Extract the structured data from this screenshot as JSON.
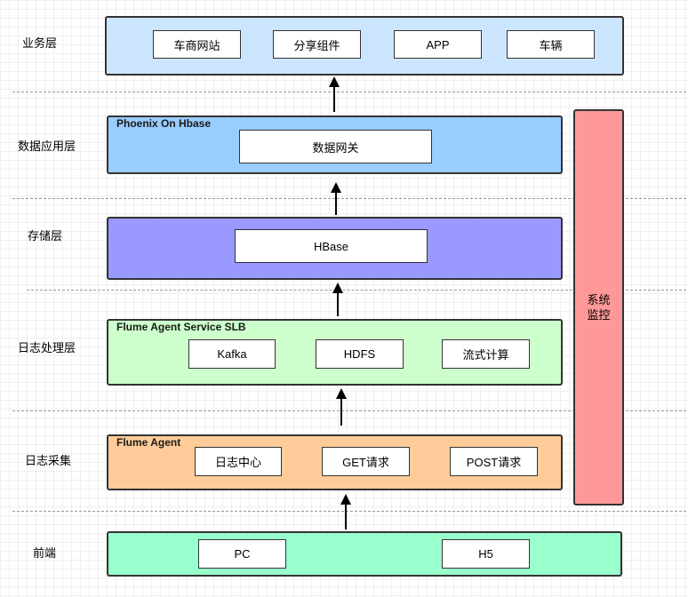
{
  "layers": [
    {
      "label": "业务层",
      "title": "",
      "color": "#cce5ff",
      "boxes": [
        "车商网站",
        "分享组件",
        "APP",
        "车辆"
      ]
    },
    {
      "label": "数据应用层",
      "title": "Phoenix On Hbase",
      "color": "#99ccff",
      "boxes": [
        "数据网关"
      ]
    },
    {
      "label": "存储层",
      "title": "",
      "color": "#9999ff",
      "boxes": [
        "HBase"
      ]
    },
    {
      "label": "日志处理层",
      "title": "Flume Agent Service SLB",
      "color": "#ccffcc",
      "boxes": [
        "Kafka",
        "HDFS",
        "流式计算"
      ]
    },
    {
      "label": "日志采集",
      "title": "Flume Agent",
      "color": "#ffcc99",
      "boxes": [
        "日志中心",
        "GET请求",
        "POST请求"
      ]
    },
    {
      "label": "前端",
      "title": "",
      "color": "#99ffcc",
      "boxes": [
        "PC",
        "H5"
      ]
    }
  ],
  "monitor": {
    "line1": "系统",
    "line2": "监控",
    "color": "#ff9999"
  }
}
